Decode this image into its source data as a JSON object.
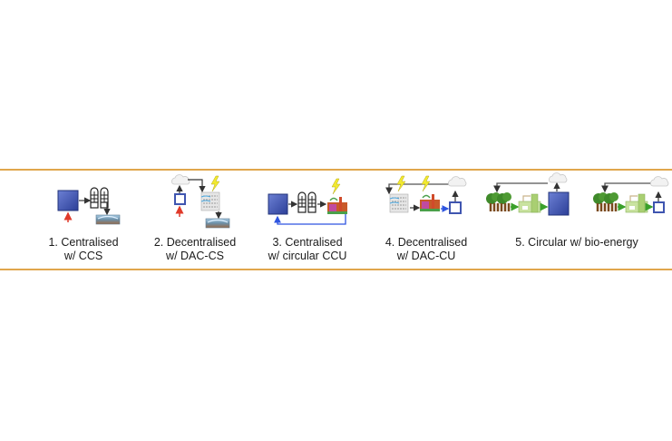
{
  "colors": {
    "border": "#e0a64c",
    "plant_blue": "#3f55b0",
    "flow_blue": "#2e55e0",
    "flow_red": "#e03a2a",
    "flow_green": "#3aa02a",
    "flow_black": "#333333"
  },
  "scenarios": [
    {
      "id": 1,
      "line1": "1. Centralised",
      "line2": "w/ CCS",
      "icons": [
        "large-emitter-icon",
        "capture-unit-icon",
        "geological-storage-icon"
      ]
    },
    {
      "id": 2,
      "line1": "2. Decentralised",
      "line2": "w/ DAC-CS",
      "icons": [
        "small-emitter-icon",
        "atmosphere-cloud-icon",
        "dac-unit-icon",
        "electricity-bolt-icon",
        "geological-storage-icon"
      ]
    },
    {
      "id": 3,
      "line1": "3. Centralised",
      "line2": "w/ circular CCU",
      "icons": [
        "large-emitter-icon",
        "capture-unit-icon",
        "utilisation-plant-icon",
        "electricity-bolt-icon"
      ]
    },
    {
      "id": 4,
      "line1": "4. Decentralised",
      "line2": "w/ DAC-CU",
      "icons": [
        "dac-unit-icon",
        "utilisation-plant-icon",
        "small-emitter-icon",
        "atmosphere-cloud-icon",
        "electricity-bolt-icon"
      ]
    },
    {
      "id": 5,
      "line1": "5. Circular w/ bio-energy",
      "line2": "",
      "icons": [
        "forest-icon",
        "bioenergy-plant-icon",
        "large-emitter-icon",
        "small-emitter-icon",
        "atmosphere-cloud-icon"
      ]
    }
  ]
}
